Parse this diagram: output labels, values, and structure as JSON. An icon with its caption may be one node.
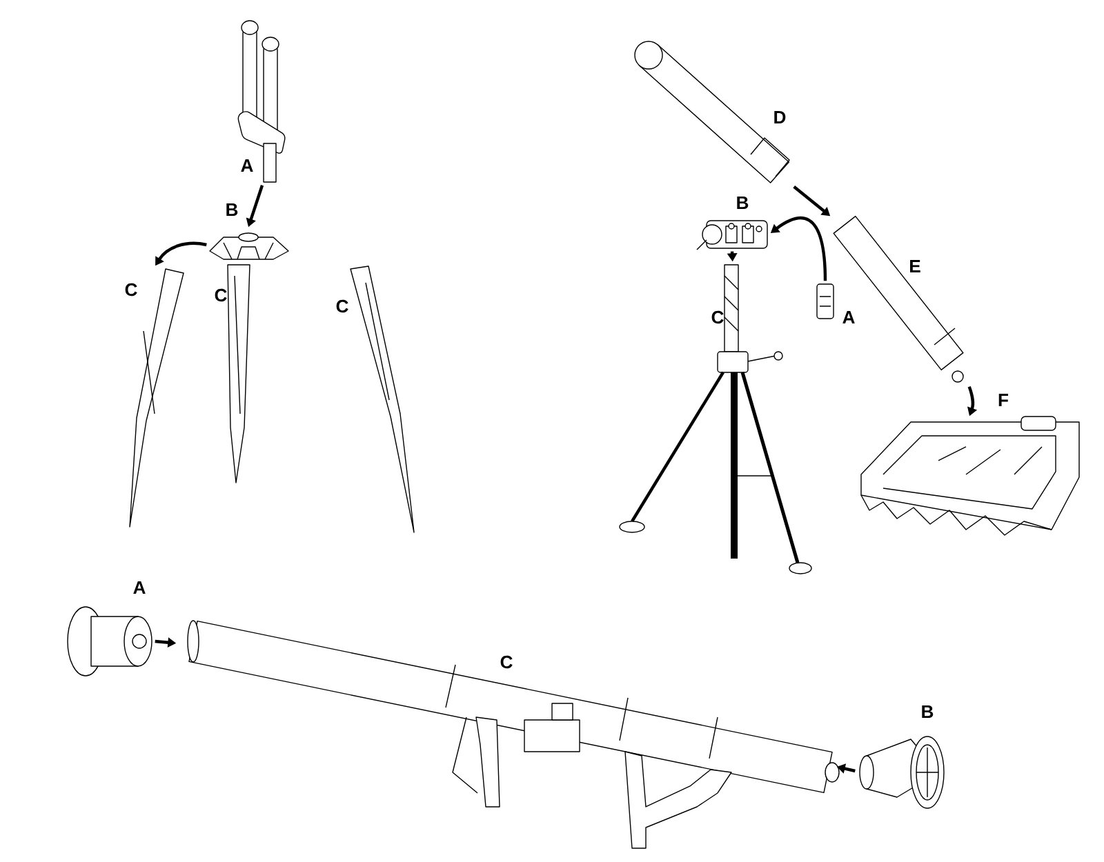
{
  "diagram": {
    "nodes": [
      {
        "text": [
          "A"
        ]
      },
      {
        "text": [],
        "shape": "picture",
        "beside": [
          "B"
        ]
      },
      {
        "text": [],
        "shape": "picture",
        "beside": [
          "C"
        ]
      },
      {
        "text": [],
        "shape": "picture",
        "beside": [
          "C"
        ]
      },
      {
        "text": [],
        "shape": "picture",
        "beside": [
          "C"
        ]
      },
      {
        "text": [],
        "shape": "picture",
        "beside": [
          "D"
        ]
      },
      {
        "text": [],
        "shape": "picture",
        "beside": [
          "E"
        ]
      },
      {
        "text": [],
        "shape": "picture",
        "beside": [
          "F"
        ]
      },
      {
        "text": [],
        "shape": "picture",
        "beside": [
          "B"
        ]
      },
      {
        "text": [],
        "shape": "picture",
        "beside": [
          "A"
        ]
      },
      {
        "text": [
          "C"
        ]
      },
      {
        "text": [],
        "shape": "picture",
        "beside": [
          "A"
        ]
      },
      {
        "text": [],
        "shape": "picture",
        "beside": [
          "C"
        ]
      },
      {
        "text": [],
        "shape": "picture",
        "beside": [
          "B"
        ]
      }
    ],
    "edges": [
      {
        "from": 0,
        "to": 1,
        "arrow": "to"
      },
      {
        "from": 1,
        "to": 2,
        "arrow": "to"
      },
      {
        "from": 5,
        "to": 6,
        "arrow": "to"
      },
      {
        "from": 6,
        "to": 7,
        "arrow": "to"
      },
      {
        "from": 9,
        "to": 8,
        "arrow": "to"
      },
      {
        "from": 8,
        "to": 10,
        "arrow": "to"
      },
      {
        "from": 11,
        "to": 12,
        "arrow": "to"
      },
      {
        "from": 13,
        "to": 12,
        "arrow": "to"
      }
    ]
  }
}
